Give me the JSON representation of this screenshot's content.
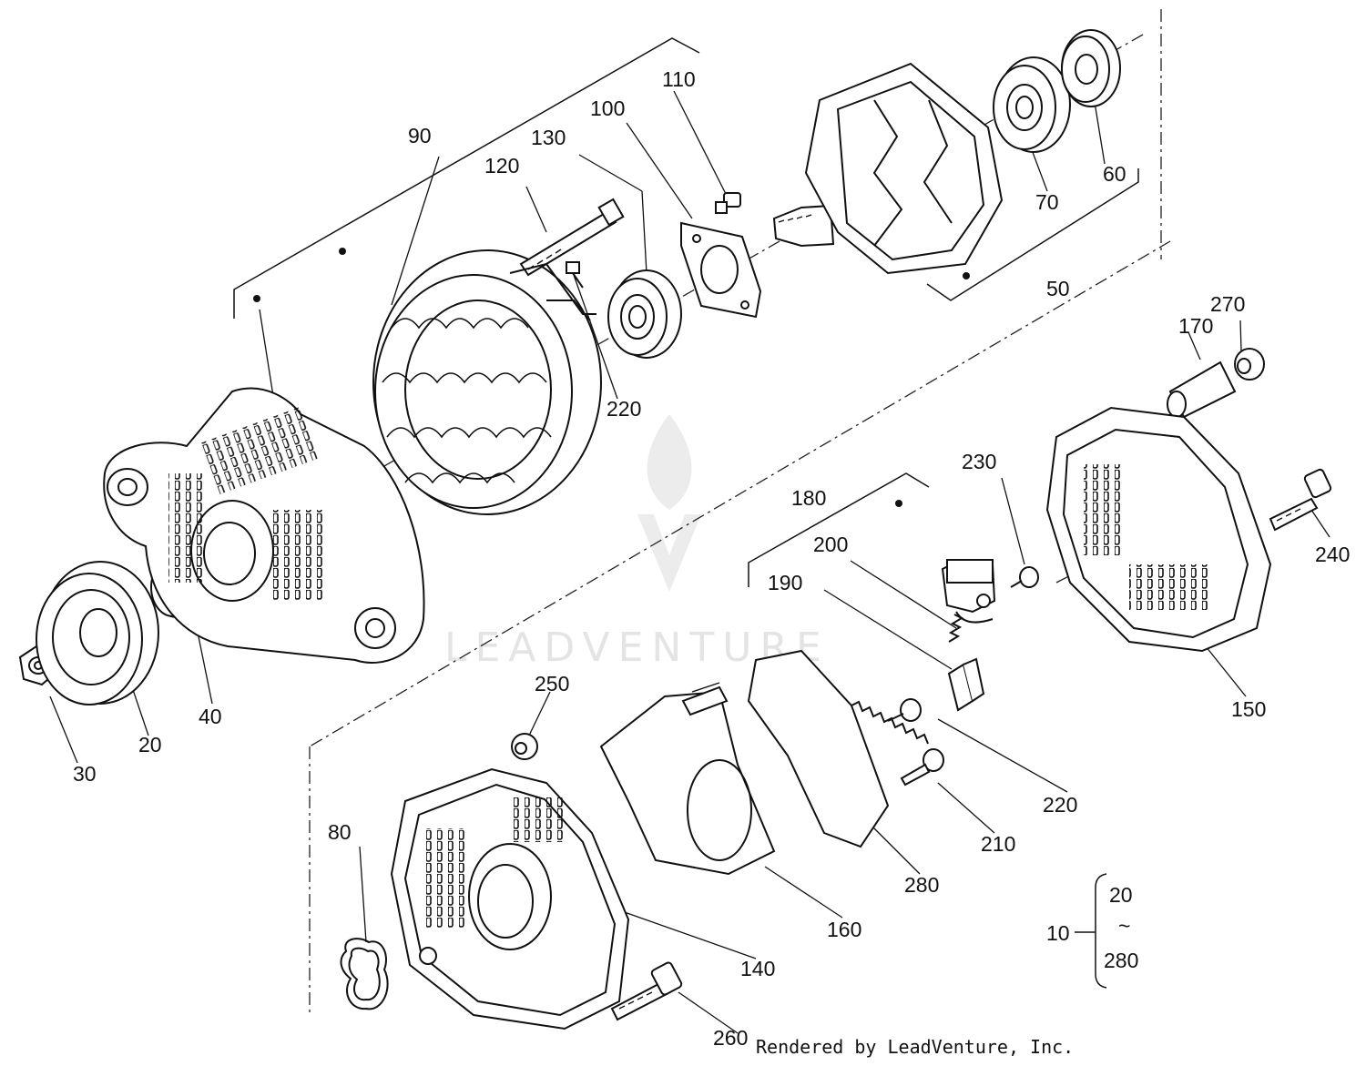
{
  "watermark": {
    "text": "LEADVENTURE"
  },
  "credit": "Rendered by LeadVenture, Inc.",
  "callouts": [
    {
      "id": "c90",
      "text": "90"
    },
    {
      "id": "c110",
      "text": "110"
    },
    {
      "id": "c100",
      "text": "100"
    },
    {
      "id": "c130",
      "text": "130"
    },
    {
      "id": "c120",
      "text": "120"
    },
    {
      "id": "c60",
      "text": "60"
    },
    {
      "id": "c70",
      "text": "70"
    },
    {
      "id": "c50",
      "text": "50"
    },
    {
      "id": "c220a",
      "text": "220"
    },
    {
      "id": "c170",
      "text": "170"
    },
    {
      "id": "c270",
      "text": "270"
    },
    {
      "id": "c230",
      "text": "230"
    },
    {
      "id": "c180",
      "text": "180"
    },
    {
      "id": "c200",
      "text": "200"
    },
    {
      "id": "c190",
      "text": "190"
    },
    {
      "id": "c240",
      "text": "240"
    },
    {
      "id": "c150",
      "text": "150"
    },
    {
      "id": "c40",
      "text": "40"
    },
    {
      "id": "c20",
      "text": "20"
    },
    {
      "id": "c30",
      "text": "30"
    },
    {
      "id": "c250",
      "text": "250"
    },
    {
      "id": "c80",
      "text": "80"
    },
    {
      "id": "c220b",
      "text": "220"
    },
    {
      "id": "c210",
      "text": "210"
    },
    {
      "id": "c280",
      "text": "280"
    },
    {
      "id": "c160",
      "text": "160"
    },
    {
      "id": "c140",
      "text": "140"
    },
    {
      "id": "c260",
      "text": "260"
    }
  ],
  "assembly_note": {
    "parent": "10",
    "range_start": "20",
    "range_sep": "~",
    "range_end": "280"
  }
}
